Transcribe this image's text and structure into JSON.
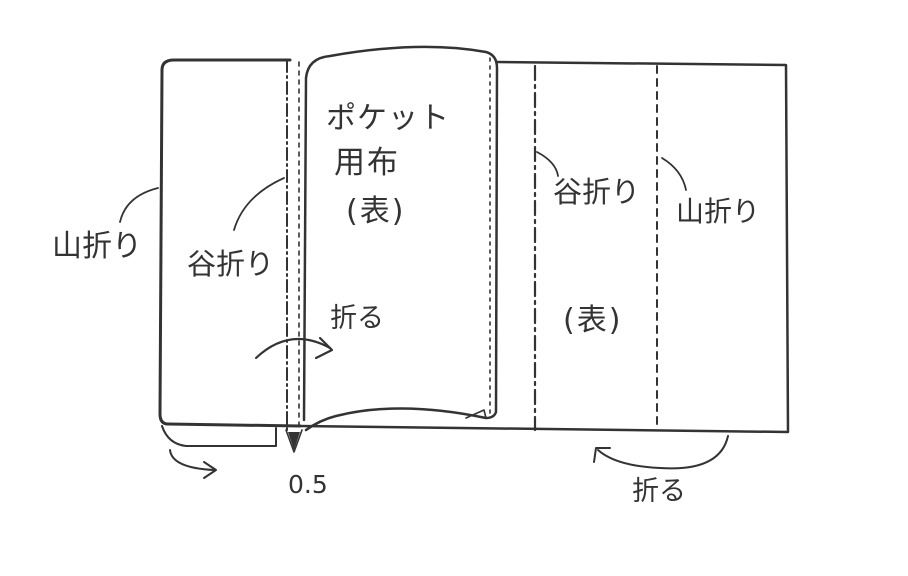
{
  "labels": {
    "mountain_fold_left": "山折り",
    "valley_fold_left": "谷折り",
    "pocket_line1": "ポケット",
    "pocket_line2": "用布",
    "pocket_line3": "(表)",
    "fold_middle": "折る",
    "valley_fold_right": "谷折り",
    "mountain_fold_right": "山折り",
    "front_right": "(表)",
    "dimension": "0.5",
    "fold_bottom": "折る"
  },
  "colors": {
    "ink": "#333333",
    "background": "#ffffff"
  }
}
